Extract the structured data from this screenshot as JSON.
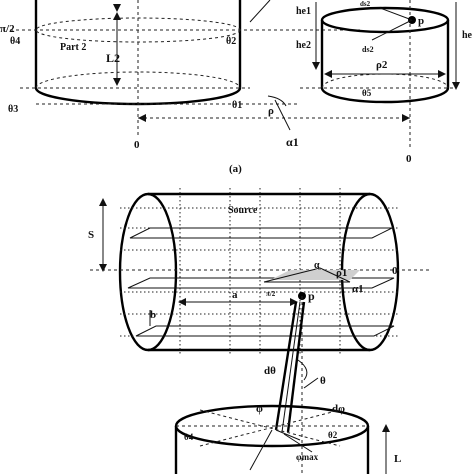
{
  "figure_a": {
    "caption": "(a)",
    "labels": {
      "pi_half": "π/2",
      "theta4": "θ4",
      "part2": "Part 2",
      "L2": "L2",
      "theta2": "θ2",
      "theta3": "θ3",
      "theta1": "θ1",
      "he1": "he1",
      "he2": "he2",
      "he": "he",
      "ds2_top": "ds2",
      "ds2": "ds2",
      "p": "p",
      "rho2": "ρ2",
      "theta5": "θ5",
      "rho": "ρ",
      "alpha1": "α1",
      "zero_left": "0",
      "zero_right": "0"
    }
  },
  "figure_b": {
    "labels": {
      "source": "Source",
      "S": "S",
      "alpha": "α",
      "rho1": "ρ1",
      "zero": "0",
      "alpha1": "α1",
      "pi_half": "π/2",
      "a": "a",
      "p": "p",
      "b": "b",
      "dtheta": "dθ",
      "theta": "θ",
      "phi": "φ",
      "dphi": "dφ",
      "theta4": "θ4",
      "theta2": "θ2",
      "phimax": "φmax",
      "L": "L"
    }
  }
}
